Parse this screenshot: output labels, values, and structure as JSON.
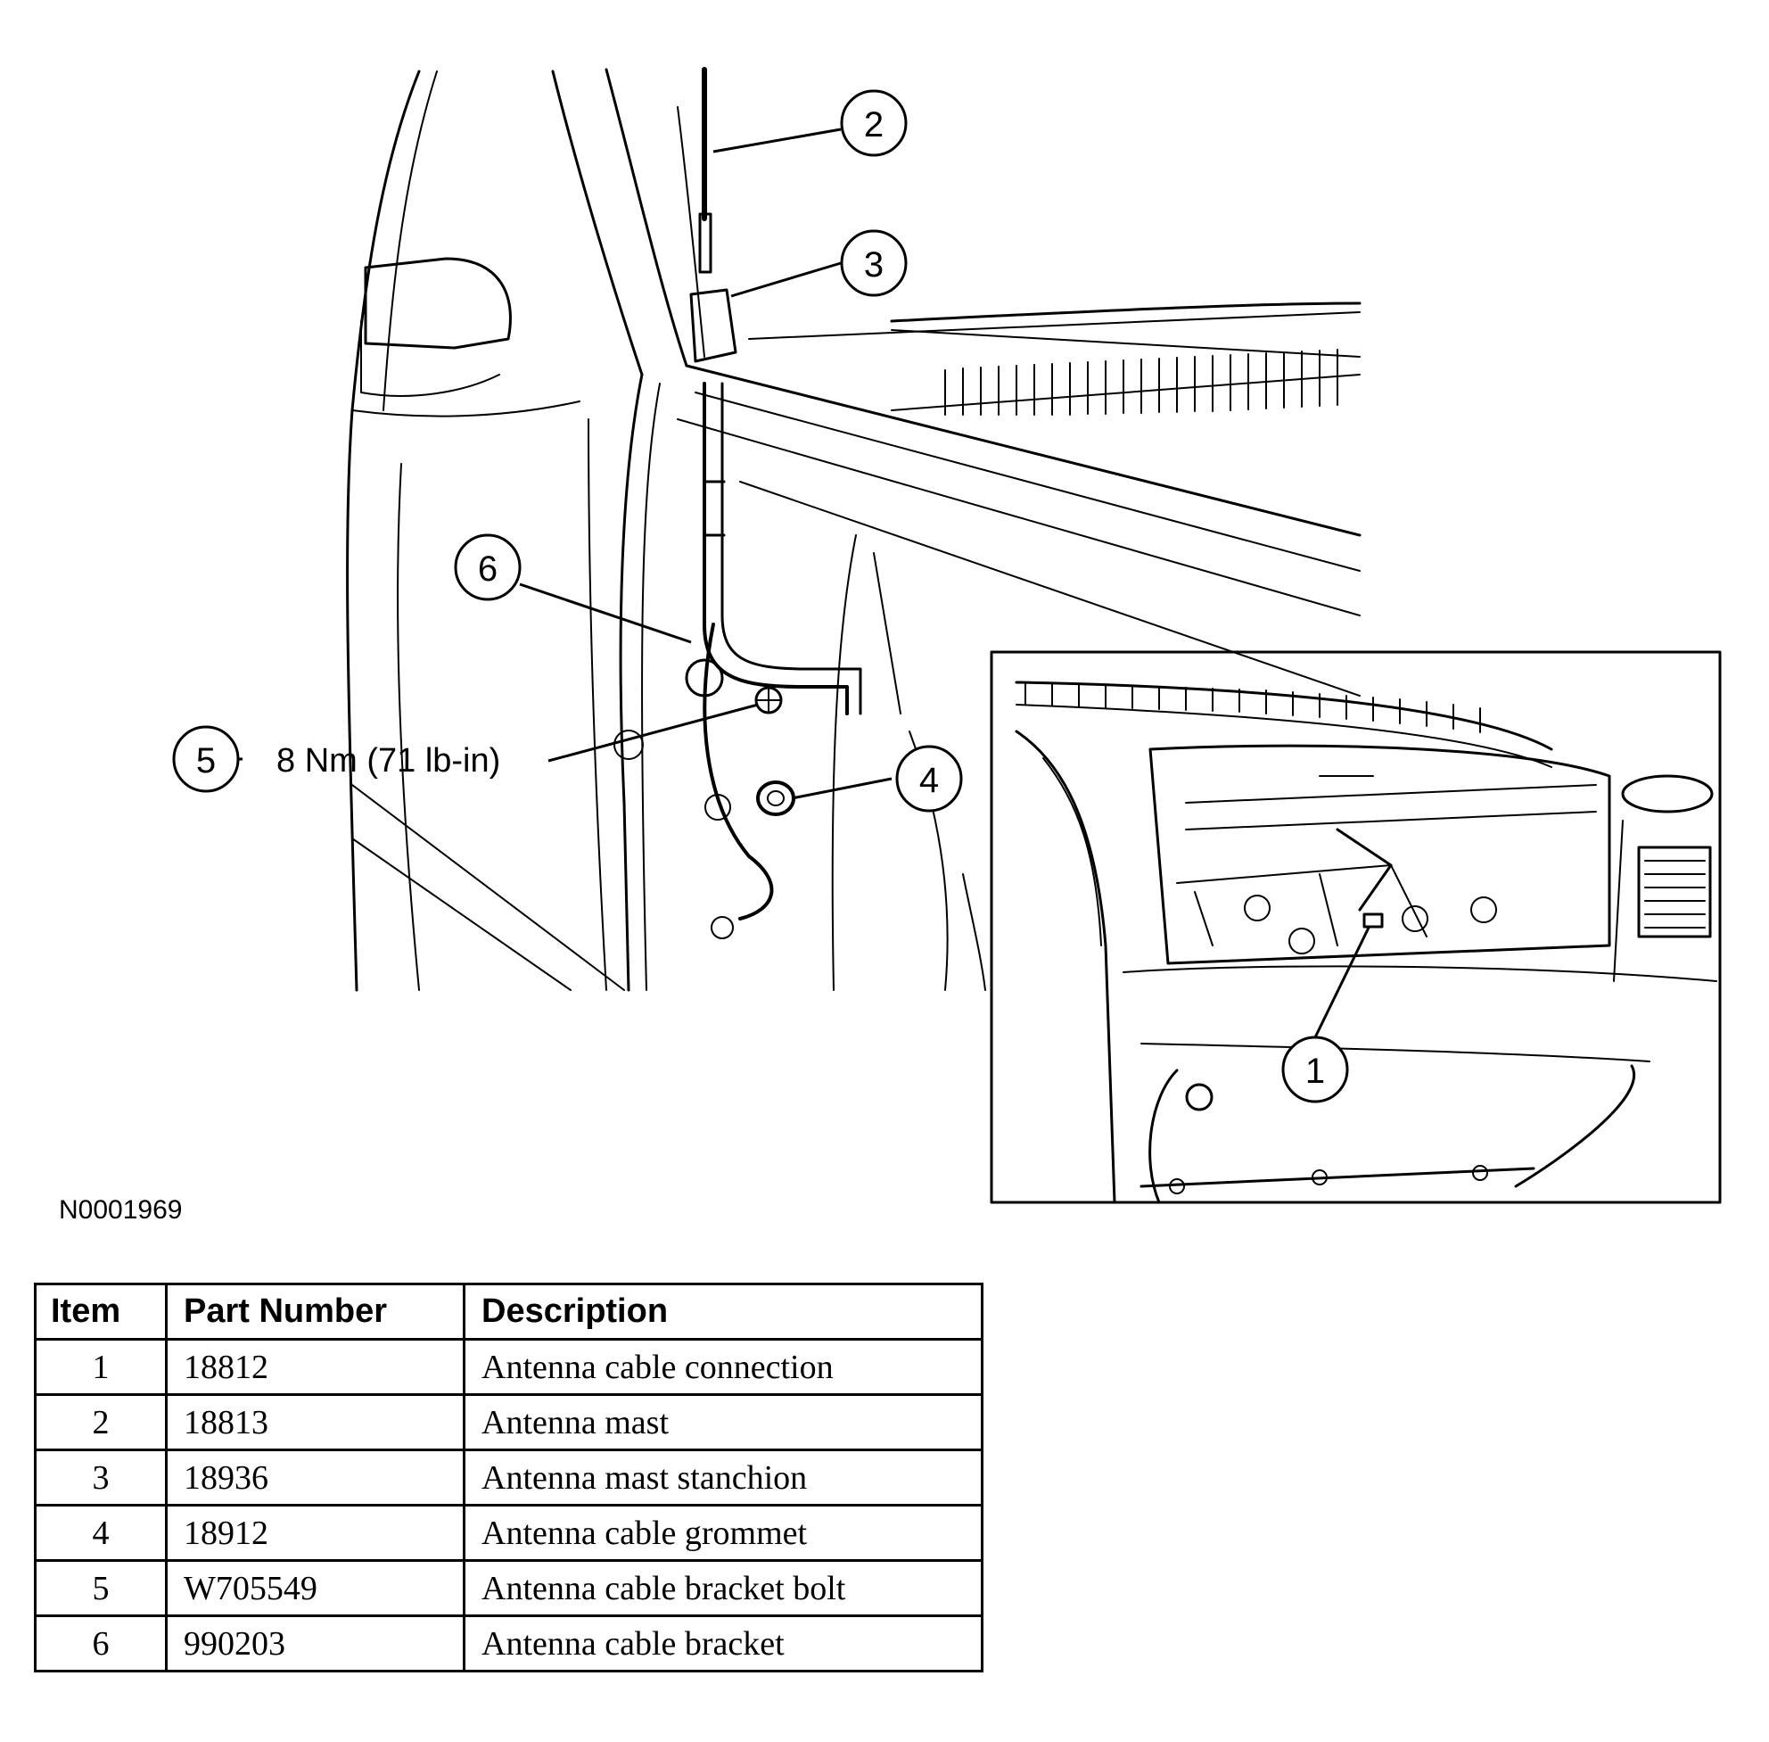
{
  "diagram": {
    "callouts": [
      {
        "id": "1"
      },
      {
        "id": "2"
      },
      {
        "id": "3"
      },
      {
        "id": "4"
      },
      {
        "id": "5"
      },
      {
        "id": "6"
      }
    ],
    "torque_label": "8 Nm (71 lb-in)"
  },
  "figure_id": "N0001969",
  "table": {
    "headers": [
      "Item",
      "Part Number",
      "Description"
    ],
    "rows": [
      {
        "item": "1",
        "part": "18812",
        "desc": "Antenna cable connection"
      },
      {
        "item": "2",
        "part": "18813",
        "desc": "Antenna mast"
      },
      {
        "item": "3",
        "part": "18936",
        "desc": "Antenna mast stanchion"
      },
      {
        "item": "4",
        "part": "18912",
        "desc": "Antenna cable grommet"
      },
      {
        "item": "5",
        "part": "W705549",
        "desc": "Antenna cable bracket bolt"
      },
      {
        "item": "6",
        "part": "990203",
        "desc": "Antenna cable bracket"
      }
    ]
  }
}
